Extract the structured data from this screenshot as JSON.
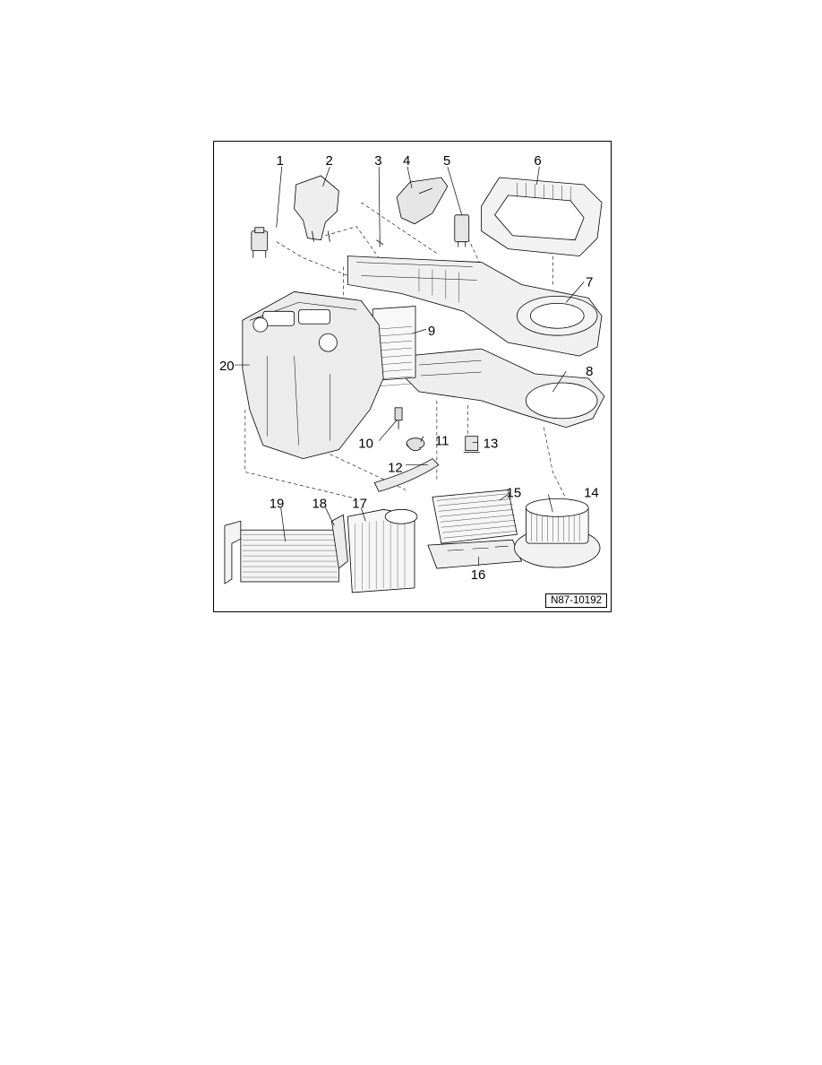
{
  "figure": {
    "reference": "N87-10192",
    "callouts": [
      {
        "id": "1",
        "label": "1"
      },
      {
        "id": "2",
        "label": "2"
      },
      {
        "id": "3",
        "label": "3"
      },
      {
        "id": "4",
        "label": "4"
      },
      {
        "id": "5",
        "label": "5"
      },
      {
        "id": "6",
        "label": "6"
      },
      {
        "id": "7",
        "label": "7"
      },
      {
        "id": "8",
        "label": "8"
      },
      {
        "id": "9",
        "label": "9"
      },
      {
        "id": "10",
        "label": "10"
      },
      {
        "id": "11",
        "label": "11"
      },
      {
        "id": "12",
        "label": "12"
      },
      {
        "id": "13",
        "label": "13"
      },
      {
        "id": "14",
        "label": "14"
      },
      {
        "id": "15",
        "label": "15"
      },
      {
        "id": "16",
        "label": "16"
      },
      {
        "id": "17",
        "label": "17"
      },
      {
        "id": "18",
        "label": "18"
      },
      {
        "id": "19",
        "label": "19"
      },
      {
        "id": "20",
        "label": "20"
      }
    ]
  }
}
